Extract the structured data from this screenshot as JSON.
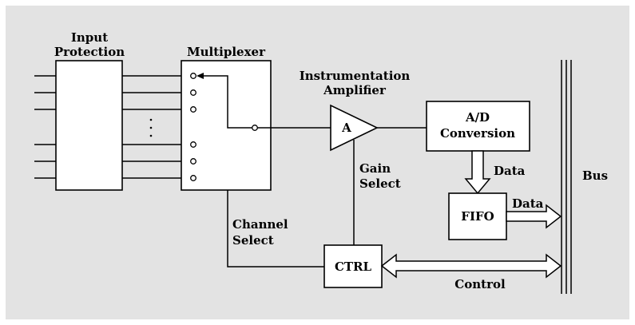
{
  "colors": {
    "background": "#e3e3e3",
    "line": "#000000",
    "block_fill": "#ffffff"
  },
  "labels": {
    "input_protection_line1": "Input",
    "input_protection_line2": "Protection",
    "multiplexer": "Multiplexer",
    "instr_amp_line1": "Instrumentation",
    "instr_amp_line2": "Amplifier",
    "amp_symbol": "A",
    "ad_line1": "A/D",
    "ad_line2": "Conversion",
    "data_ad_to_fifo": "Data",
    "fifo": "FIFO",
    "data_fifo_to_bus": "Data",
    "bus": "Bus",
    "gain_select_line1": "Gain",
    "gain_select_line2": "Select",
    "channel_select_line1": "Channel",
    "channel_select_line2": "Select",
    "ctrl": "CTRL",
    "control": "Control",
    "ellipsis": "·"
  }
}
